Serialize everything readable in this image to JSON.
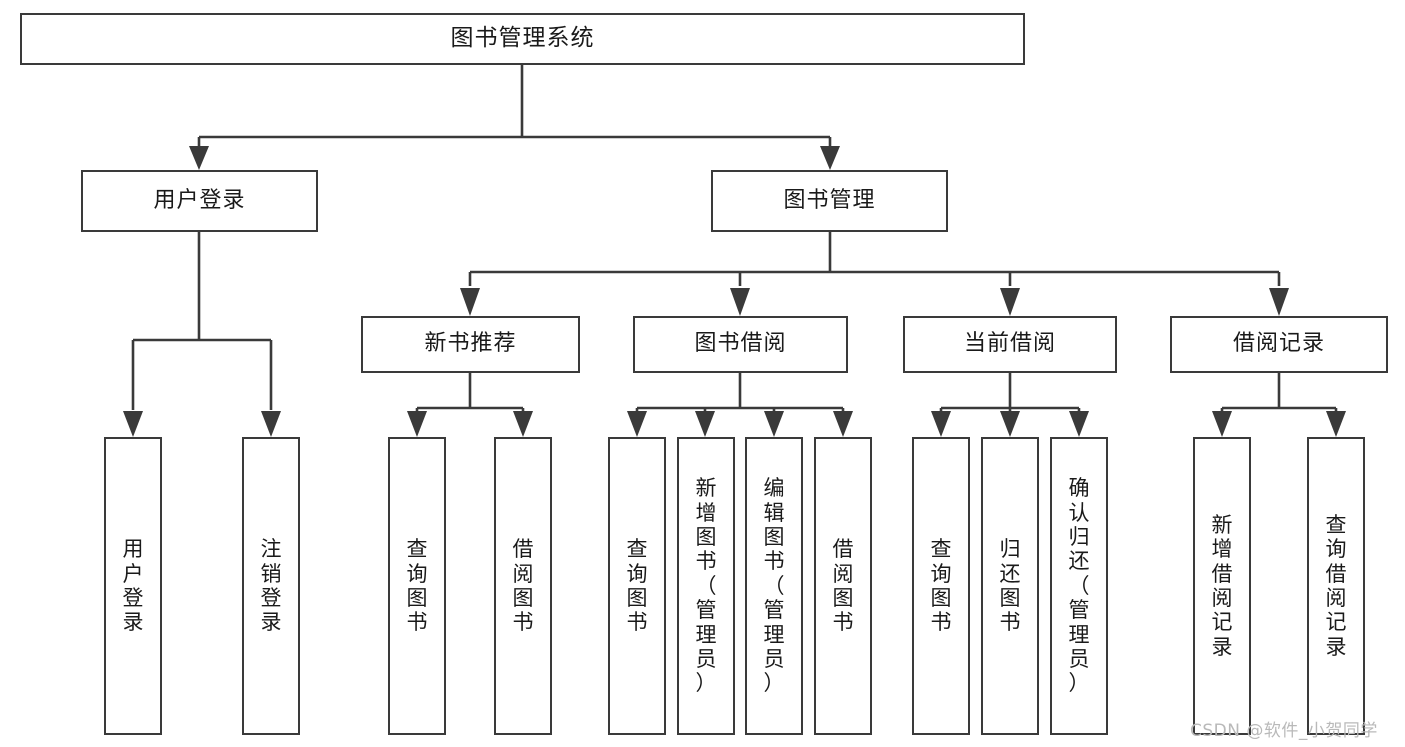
{
  "diagram": {
    "title": "图书管理系统",
    "type": "hierarchy-tree",
    "watermark": "CSDN @软件_小贺同学"
  },
  "root": {
    "label": "图书管理系统"
  },
  "level2": [
    {
      "label": "用户登录"
    },
    {
      "label": "图书管理"
    }
  ],
  "level3": [
    {
      "label": "新书推荐"
    },
    {
      "label": "图书借阅"
    },
    {
      "label": "当前借阅"
    },
    {
      "label": "借阅记录"
    }
  ],
  "leaves": {
    "user_login": [
      {
        "label": "用户登录"
      },
      {
        "label": "注销登录"
      }
    ],
    "new_book": [
      {
        "label": "查询图书"
      },
      {
        "label": "借阅图书"
      }
    ],
    "book_borrow": [
      {
        "label": "查询图书"
      },
      {
        "label": "新增图书（管理员）"
      },
      {
        "label": "编辑图书（管理员）"
      },
      {
        "label": "借阅图书"
      }
    ],
    "current_borrow": [
      {
        "label": "查询图书"
      },
      {
        "label": "归还图书"
      },
      {
        "label": "确认归还（管理员）"
      }
    ],
    "borrow_record": [
      {
        "label": "新增借阅记录"
      },
      {
        "label": "查询借阅记录"
      }
    ]
  },
  "colors": {
    "stroke": "#3a3a3a",
    "background": "#ffffff",
    "text": "#1a1a1a",
    "watermark": "#b9b9b9"
  }
}
